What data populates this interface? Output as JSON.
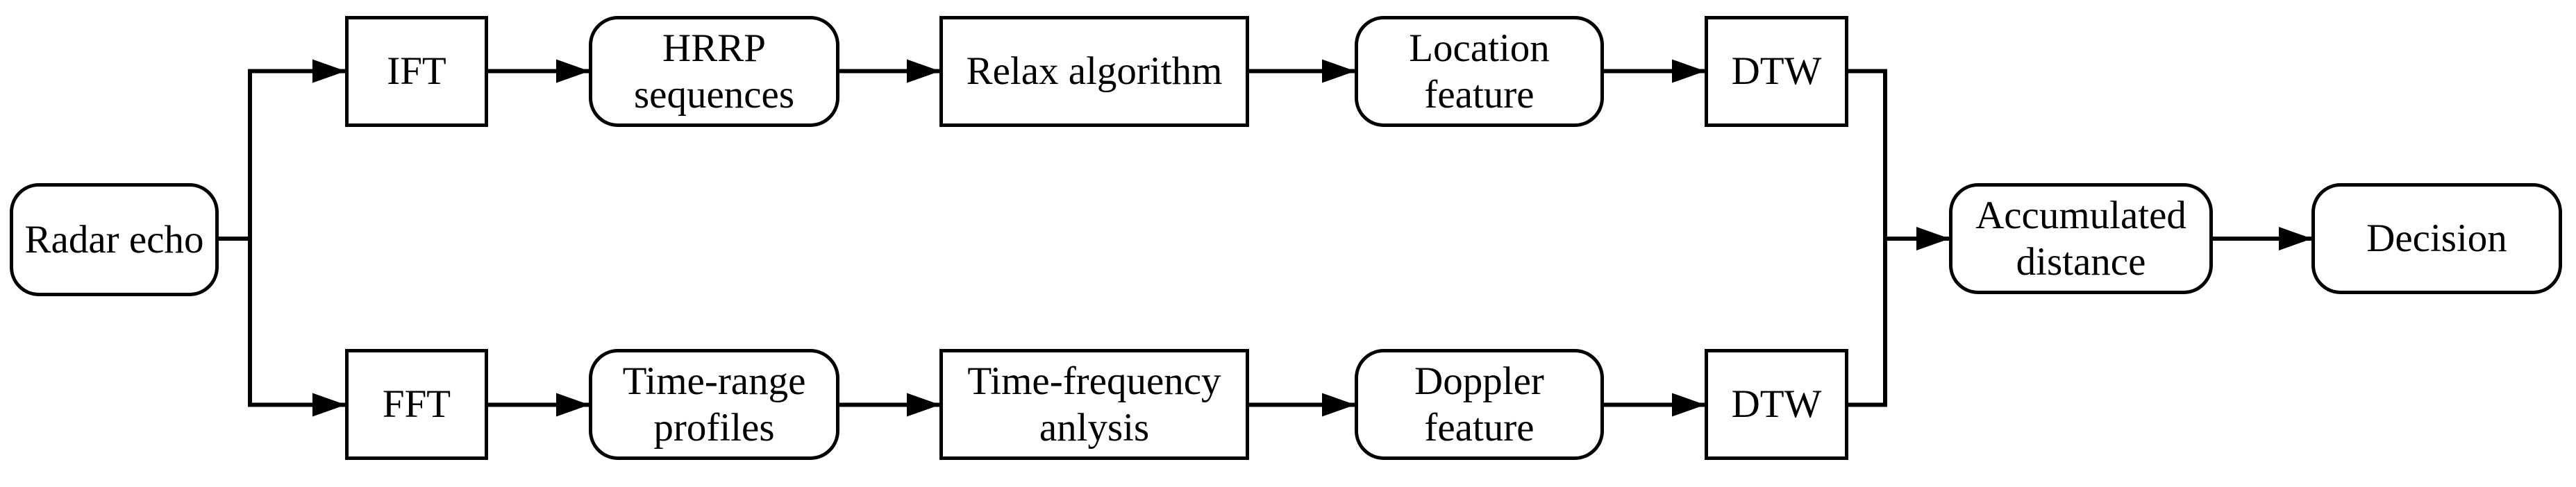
{
  "figure": {
    "background_color": "#ffffff",
    "line_color": "#000000",
    "box_fill_color": "#ffffff",
    "box_border_color": "#000000"
  },
  "nodes": [
    {
      "id": "radar-echo",
      "label": "Radar echo",
      "shape": "rounded"
    },
    {
      "id": "ift",
      "label": "IFT",
      "shape": "rectangle"
    },
    {
      "id": "hrrp-sequences",
      "label": "HRRP\nsequences",
      "shape": "rounded"
    },
    {
      "id": "relax-algorithm",
      "label": "Relax algorithm",
      "shape": "rectangle"
    },
    {
      "id": "location-feature",
      "label": "Location\nfeature",
      "shape": "rounded"
    },
    {
      "id": "dtw-top",
      "label": "DTW",
      "shape": "rectangle"
    },
    {
      "id": "fft",
      "label": "FFT",
      "shape": "rectangle"
    },
    {
      "id": "time-range-profiles",
      "label": "Time-range\nprofiles",
      "shape": "rounded"
    },
    {
      "id": "time-frequency-anlysis",
      "label": "Time-frequency\nanlysis",
      "shape": "rectangle"
    },
    {
      "id": "doppler-feature",
      "label": "Doppler\nfeature",
      "shape": "rounded"
    },
    {
      "id": "dtw-bottom",
      "label": "DTW",
      "shape": "rectangle"
    },
    {
      "id": "accumulated-distance",
      "label": "Accumulated\ndistance",
      "shape": "rounded"
    },
    {
      "id": "decision",
      "label": "Decision",
      "shape": "rounded"
    }
  ],
  "edges": [
    {
      "from": "radar-echo",
      "to": "ift"
    },
    {
      "from": "radar-echo",
      "to": "fft"
    },
    {
      "from": "ift",
      "to": "hrrp-sequences"
    },
    {
      "from": "hrrp-sequences",
      "to": "relax-algorithm"
    },
    {
      "from": "relax-algorithm",
      "to": "location-feature"
    },
    {
      "from": "location-feature",
      "to": "dtw-top"
    },
    {
      "from": "fft",
      "to": "time-range-profiles"
    },
    {
      "from": "time-range-profiles",
      "to": "time-frequency-anlysis"
    },
    {
      "from": "time-frequency-anlysis",
      "to": "doppler-feature"
    },
    {
      "from": "doppler-feature",
      "to": "dtw-bottom"
    },
    {
      "from": "dtw-top",
      "to": "accumulated-distance"
    },
    {
      "from": "dtw-bottom",
      "to": "accumulated-distance"
    },
    {
      "from": "accumulated-distance",
      "to": "decision"
    }
  ]
}
